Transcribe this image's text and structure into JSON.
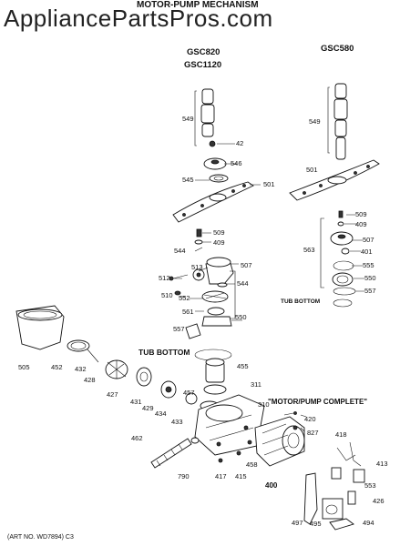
{
  "watermark": "AppliancePartsPros.com",
  "title": "MOTOR-PUMP MECHANISM",
  "model_left_1": "GSC820",
  "model_left_2": "GSC1120",
  "model_right": "GSC580",
  "tub_bottom_left": "TUB BOTTOM",
  "tub_bottom_right": "TUB BOTTOM",
  "motor_pump_complete": "\"MOTOR/PUMP COMPLETE\"",
  "art_no": "(ART NO. WD7894) C3",
  "labels": {
    "549_l": "549",
    "42": "42",
    "546": "546",
    "545": "545",
    "501_l": "501",
    "509_l": "509",
    "409_l": "409",
    "544_a": "544",
    "507_l": "507",
    "512": "512",
    "513": "513",
    "544_b": "544",
    "510": "510",
    "552": "552",
    "561": "561",
    "550_l": "550",
    "557_l": "557",
    "505": "505",
    "452": "452",
    "432": "432",
    "428": "428",
    "427": "427",
    "431": "431",
    "429": "429",
    "434": "434",
    "457": "457",
    "433": "433",
    "455": "455",
    "311": "311",
    "310": "310",
    "420": "420",
    "827": "827",
    "462": "462",
    "790": "790",
    "417": "417",
    "415": "415",
    "458": "458",
    "400": "400",
    "418": "418",
    "413": "413",
    "553": "553",
    "426": "426",
    "497": "497",
    "495": "495",
    "494": "494",
    "549_r": "549",
    "501_r": "501",
    "509_r": "509",
    "409_r": "409",
    "507_r": "507",
    "563": "563",
    "401": "401",
    "555": "555",
    "550_r": "550",
    "557_r": "557"
  }
}
